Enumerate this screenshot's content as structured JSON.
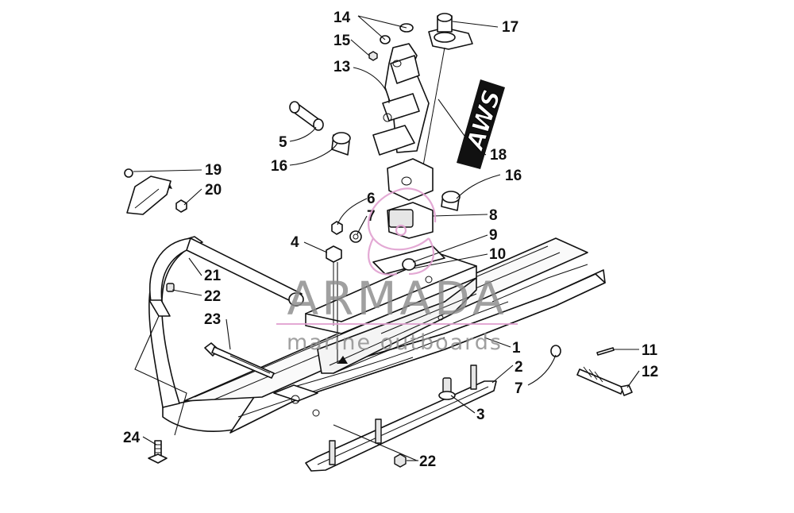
{
  "diagram": {
    "callouts": [
      {
        "id": "c14",
        "text": "14"
      },
      {
        "id": "c15",
        "text": "15"
      },
      {
        "id": "c13",
        "text": "13"
      },
      {
        "id": "c17",
        "text": "17"
      },
      {
        "id": "c18",
        "text": "18"
      },
      {
        "id": "c5",
        "text": "5"
      },
      {
        "id": "c16a",
        "text": "16"
      },
      {
        "id": "c16b",
        "text": "16"
      },
      {
        "id": "c19",
        "text": "19"
      },
      {
        "id": "c20",
        "text": "20"
      },
      {
        "id": "c6",
        "text": "6"
      },
      {
        "id": "c7a",
        "text": "7"
      },
      {
        "id": "c8",
        "text": "8"
      },
      {
        "id": "c9",
        "text": "9"
      },
      {
        "id": "c10",
        "text": "10"
      },
      {
        "id": "c4",
        "text": "4"
      },
      {
        "id": "c21",
        "text": "21"
      },
      {
        "id": "c22a",
        "text": "22"
      },
      {
        "id": "c23",
        "text": "23"
      },
      {
        "id": "c1",
        "text": "1"
      },
      {
        "id": "c11",
        "text": "11"
      },
      {
        "id": "c12",
        "text": "12"
      },
      {
        "id": "c2",
        "text": "2"
      },
      {
        "id": "c7b",
        "text": "7"
      },
      {
        "id": "c3",
        "text": "3"
      },
      {
        "id": "c24",
        "text": "24"
      },
      {
        "id": "c22b",
        "text": "22"
      }
    ],
    "decal_text": "AWS"
  },
  "watermark": {
    "brand": "ARMADA",
    "tagline": "marine outboards",
    "accent_color": "#e0a0d0",
    "text_color": "#8c8c8c"
  }
}
